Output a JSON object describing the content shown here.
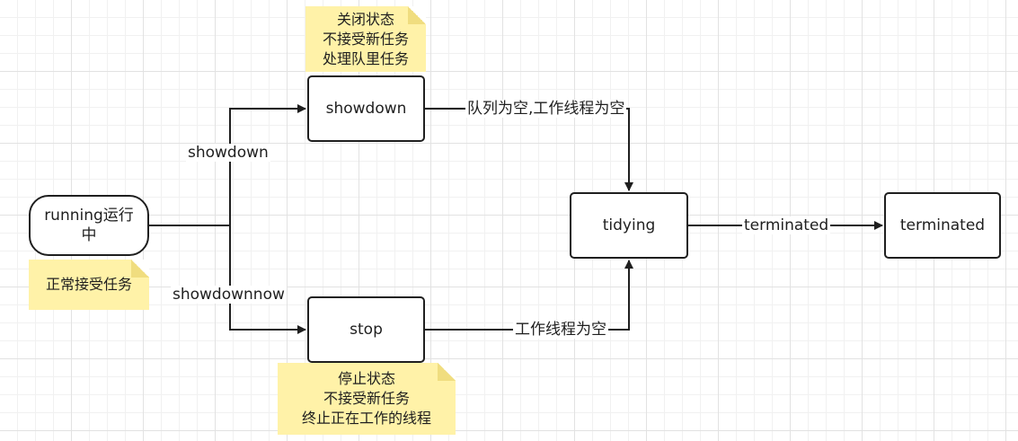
{
  "nodes": {
    "running": "running运行\n中",
    "showdown": "showdown",
    "stop": "stop",
    "tidying": "tidying",
    "terminated": "terminated"
  },
  "notes": {
    "running": "正常接受任务",
    "showdown": "关闭状态\n不接受新任务\n处理队里任务",
    "stop": "停止状态\n不接受新任务\n终止正在工作的线程"
  },
  "edge_labels": {
    "to_showdown": "showdown",
    "to_stop": "showdownnow",
    "showdown_to_tidying": "队列为空,工作线程为空",
    "stop_to_tidying": "工作线程为空",
    "tidying_to_terminated": "terminated"
  },
  "colors": {
    "stroke": "#1f1f1f",
    "note": "#fff2a8"
  }
}
